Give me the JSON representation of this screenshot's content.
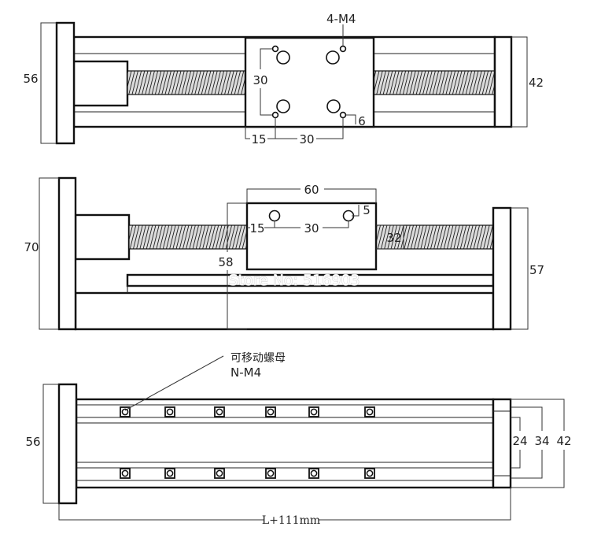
{
  "top_view": {
    "holes_label": "4-M4",
    "height_left": "56",
    "hole_pitch_vertical": "30",
    "height_right": "42",
    "hole_edge_offset": "15",
    "hole_pitch_horizontal": "30",
    "hole_margin": "6"
  },
  "side_view": {
    "carriage_length": "60",
    "hole_edge_offset": "15",
    "hole_pitch": "30",
    "hole_offset_top": "5",
    "screw_height": "32",
    "carriage_height": "58",
    "height_left": "70",
    "height_right": "57"
  },
  "bottom_view": {
    "nut_label_cn": "可移动螺母",
    "nut_label_thread": "N-M4",
    "height_left": "56",
    "slot_spacing_inner": "24",
    "slot_spacing_mid": "34",
    "slot_spacing_outer": "42",
    "overall_length": "L+111mm"
  },
  "watermark": "Store No: 516903"
}
